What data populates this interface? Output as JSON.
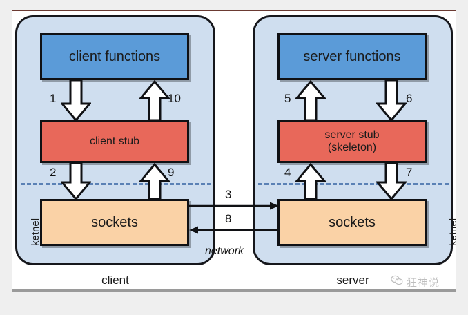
{
  "diagram": {
    "title": "RPC client-server stub and socket call flow",
    "colors": {
      "panel_bg": "#cfdeef",
      "functions_box": "#5b9bd8",
      "stub_box": "#e8685a",
      "sockets_box": "#fad2a6",
      "separator": "#5b81b5",
      "outline": "#101114",
      "sheet_bg": "#ffffff",
      "page_bg": "#efefef"
    },
    "client": {
      "caption": "client",
      "kernel_label": "ketnel",
      "functions": "client functions",
      "stub": "client stub",
      "sockets": "sockets",
      "steps": {
        "functions_to_stub": "1",
        "stub_to_sockets": "2",
        "sockets_to_stub": "9",
        "stub_to_functions": "10"
      }
    },
    "server": {
      "caption": "server",
      "kernel_label": "ketnel",
      "functions": "server functions",
      "stub_line1": "server stub",
      "stub_line2": "(skeleton)",
      "sockets": "sockets",
      "steps": {
        "stub_to_functions": "5",
        "functions_to_stub": "6",
        "stub_to_sockets": "7",
        "sockets_to_stub": "4"
      }
    },
    "network": {
      "label": "network",
      "request_step": "3",
      "reply_step": "8"
    },
    "watermark": {
      "icon": "wechat-icon",
      "text": "狂神说"
    }
  }
}
